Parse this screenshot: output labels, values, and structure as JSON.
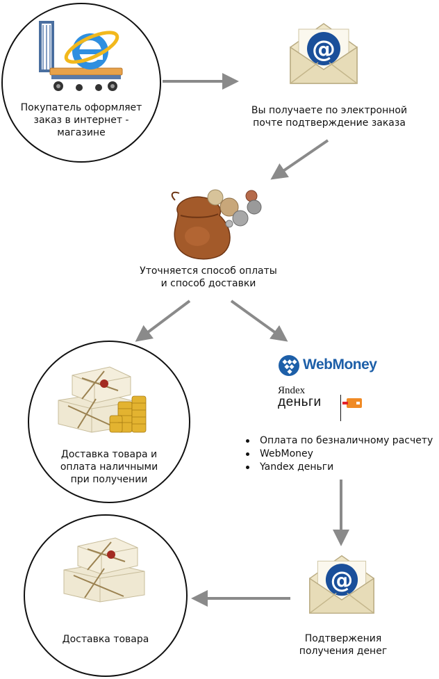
{
  "steps": {
    "order": {
      "text_lines": [
        "Покупатель оформляет",
        "заказ в интернет -",
        "магазине"
      ]
    },
    "email_confirm": {
      "text_lines": [
        "Вы получаете по электронной",
        "почте подтверждение заказа"
      ]
    },
    "payment_choice": {
      "text_lines": [
        "Уточняется способ оплаты",
        "и способ доставки"
      ]
    },
    "cash_delivery": {
      "text_lines": [
        "Доставка товара и",
        "оплата наличными",
        "при получении"
      ]
    },
    "online_payment": {
      "webmoney_logo": "WebMoney",
      "yandex_logo_top": "Яndex",
      "yandex_logo_bottom": "деньги",
      "options": [
        "Оплата по безналичному расчету",
        "WebMoney",
        "Yandex деньги"
      ]
    },
    "payment_received": {
      "text_lines": [
        "Подтвержения",
        "получения денег"
      ]
    },
    "delivery": {
      "text_lines": [
        "Доставка товара"
      ]
    }
  },
  "colors": {
    "arrow": "#8a8a8a",
    "outline": "#111111",
    "webmoney_blue": "#1d5fa8",
    "yandex_red": "#e3222a",
    "yandex_orange": "#f08a24"
  },
  "icons": [
    "shopping-cart-browser-icon",
    "email-envelope-icon",
    "coin-purse-icon",
    "parcel-with-coins-icon",
    "webmoney-logo-icon",
    "yandex-money-logo-icon",
    "parcel-icon"
  ]
}
